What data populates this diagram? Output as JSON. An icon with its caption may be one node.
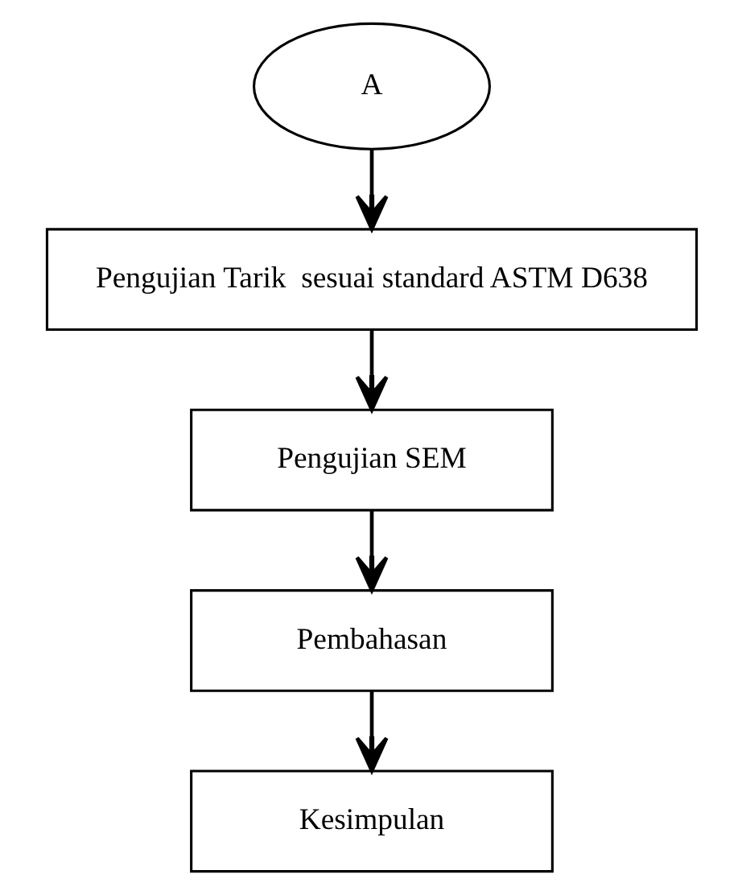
{
  "diagram": {
    "nodes": [
      {
        "text": [
          "A"
        ]
      },
      {
        "text": [
          "Pengujian Tarik  sesuai standard ASTM D638"
        ]
      },
      {
        "text": [
          "Pengujian SEM"
        ]
      },
      {
        "text": [
          "Pembahasan"
        ]
      },
      {
        "text": [
          "Kesimpulan"
        ]
      }
    ],
    "edges": [
      {
        "from": 0,
        "to": 1,
        "arrow": "to"
      },
      {
        "from": 1,
        "to": 2,
        "arrow": "to"
      },
      {
        "from": 2,
        "to": 3,
        "arrow": "to"
      },
      {
        "from": 3,
        "to": 4,
        "arrow": "to"
      }
    ]
  }
}
